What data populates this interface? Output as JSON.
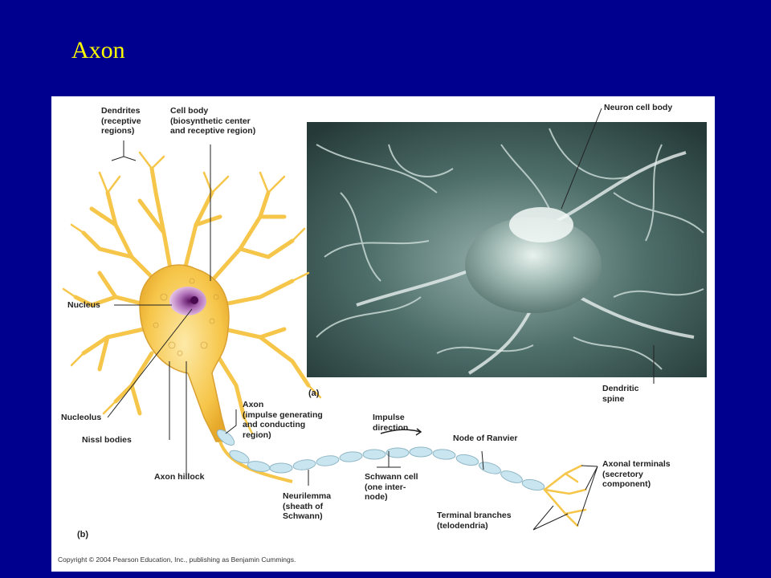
{
  "slide": {
    "title": "Axon"
  },
  "figure": {
    "labels": {
      "dendrites": "Dendrites\n(receptive\nregions)",
      "cell_body": "Cell body\n(biosynthetic center\nand receptive region)",
      "neuron_cell_body": "Neuron cell body",
      "nucleus": "Nucleus",
      "nucleolus": "Nucleolus",
      "nissl_bodies": "Nissl bodies",
      "axon_hillock": "Axon hillock",
      "axon": "Axon\n(impulse generating\nand conducting\nregion)",
      "impulse_direction": "Impulse\ndirection",
      "node_of_ranvier": "Node of Ranvier",
      "schwann_cell": "Schwann cell\n(one inter-\nnode)",
      "neurilemma": "Neurilemma\n(sheath of\nSchwann)",
      "terminal_branches": "Terminal branches\n(telodendria)",
      "axonal_terminals": "Axonal terminals\n(secretory\ncomponent)",
      "dendritic_spine": "Dendritic\nspine"
    },
    "panel_a": "(a)",
    "panel_b": "(b)",
    "copyright": "Copyright © 2004 Pearson Education, Inc., publishing as Benjamin Cummings."
  },
  "colors": {
    "background": "#00008e",
    "title": "#ffff00",
    "neuron": "#f6c64a",
    "myelin": "#c9e6f0",
    "micrograph": "#3e5a58"
  }
}
